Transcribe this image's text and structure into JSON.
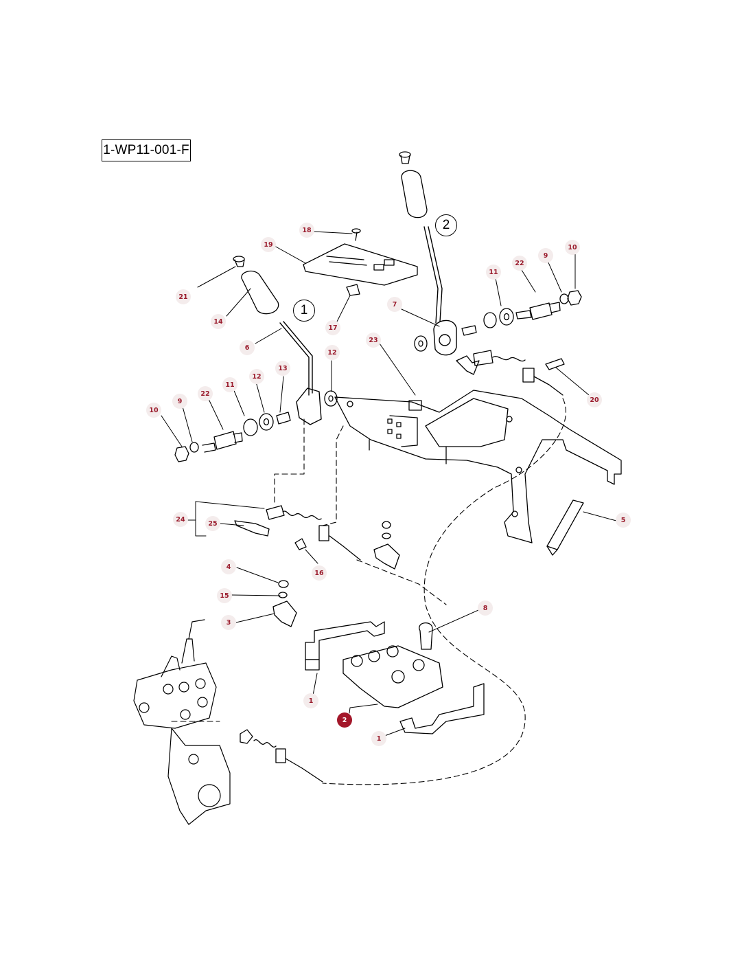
{
  "diagram_ref": "1-WP11-001-F",
  "assembly_markers": [
    "1",
    "2"
  ],
  "callouts": [
    "18",
    "19",
    "21",
    "14",
    "17",
    "6",
    "23",
    "12",
    "13",
    "11",
    "12",
    "22",
    "9",
    "10",
    "7",
    "11",
    "22",
    "9",
    "10",
    "20",
    "5",
    "24",
    "25",
    "16",
    "4",
    "15",
    "3",
    "8",
    "1",
    "2",
    "1"
  ],
  "colors": {
    "callout_text": "#9a1b2c",
    "callout_bg": "#f4ecec",
    "callout_filled": "#a3172a",
    "line": "#000000"
  }
}
